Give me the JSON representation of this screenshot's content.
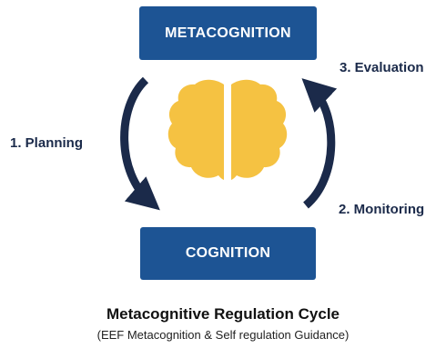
{
  "diagram": {
    "top_box": {
      "label": "METACOGNITION"
    },
    "bottom_box": {
      "label": "COGNITION"
    },
    "steps": [
      {
        "label": "1. Planning"
      },
      {
        "label": "3. Evaluation"
      },
      {
        "label": "2. Monitoring"
      }
    ],
    "icon": "brain-icon",
    "colors": {
      "box_fill": "#1d5494",
      "arrow": "#1b2a4a",
      "brain": "#f5c242"
    }
  },
  "caption": {
    "title": "Metacognitive Regulation Cycle",
    "subtitle": "(EEF Metacognition & Self regulation Guidance)"
  }
}
